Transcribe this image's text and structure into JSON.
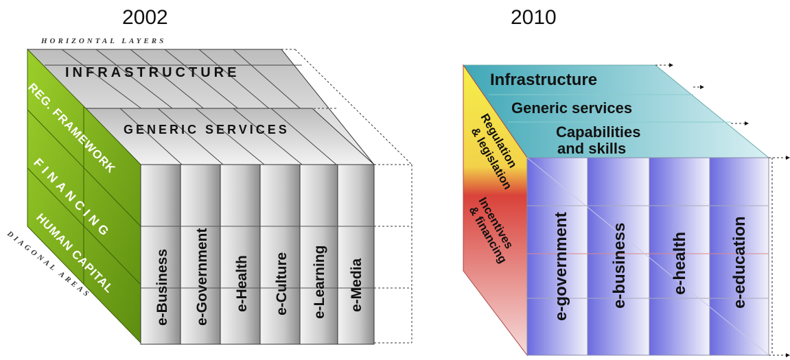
{
  "left": {
    "year": "2002",
    "horizontal_header": "HORIZONTAL LAYERS",
    "diagonal_header": "DIAGONAL AREAS",
    "layers": [
      "INFRASTRUCTURE",
      "GENERIC SERVICES"
    ],
    "diagonal_areas": [
      "REG. FRAMEWORK",
      "FINANCING",
      "HUMAN CAPITAL"
    ],
    "verticals": [
      "e-Business",
      "e-Government",
      "e-Health",
      "e-Culture",
      "e-Learning",
      "e-Media"
    ],
    "colors": {
      "green": "#7fb21e",
      "grey": "#9a9a9a"
    }
  },
  "right": {
    "year": "2010",
    "layers": [
      "Infrastructure",
      "Generic services",
      "Capabilities",
      "and skills"
    ],
    "side_areas": [
      "Regulation",
      "& legislation",
      "Incentives",
      "& financing"
    ],
    "verticals": [
      "e-government",
      "e-business",
      "e-health",
      "e-education"
    ],
    "colors": {
      "teal": "#5fb8c4",
      "yellow": "#f2e83a",
      "red": "#d8443b",
      "blue": "#6f6fd8"
    }
  }
}
